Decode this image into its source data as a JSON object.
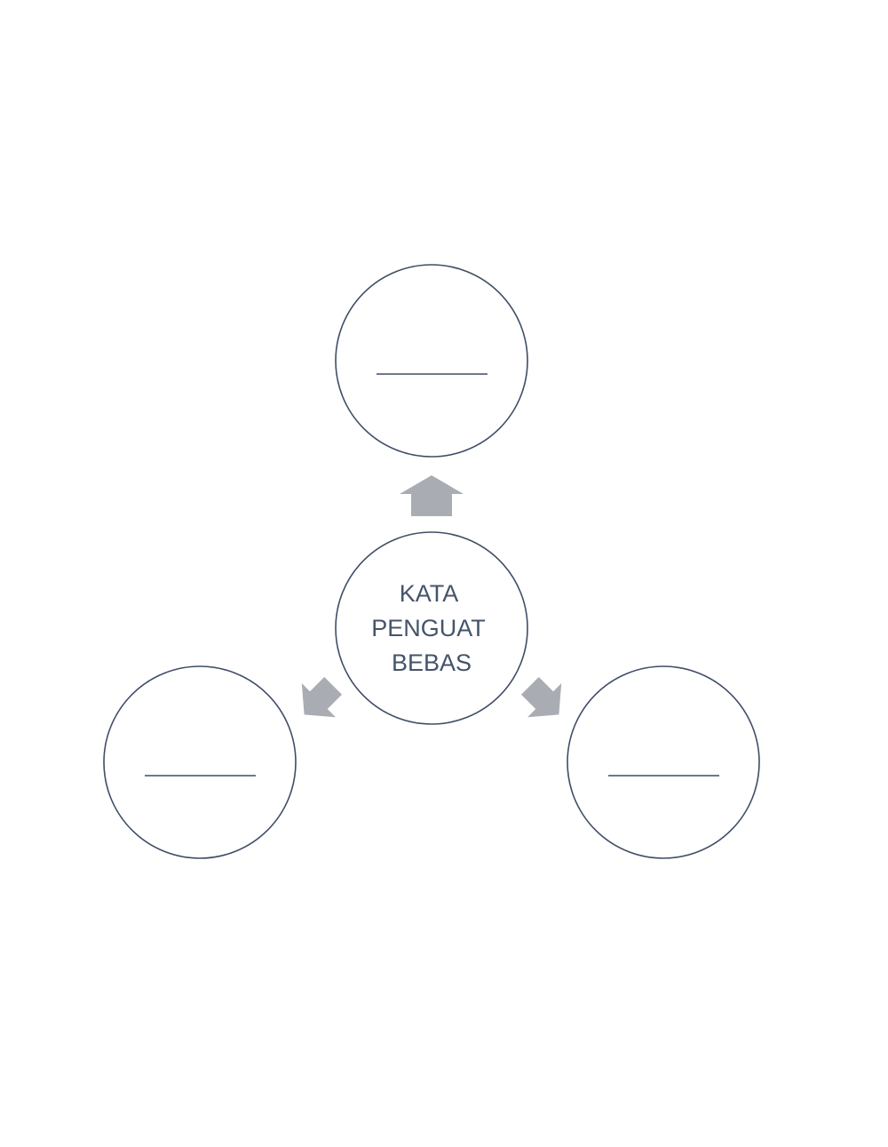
{
  "diagram": {
    "center": {
      "lines": [
        "KATA",
        "PENGUAT",
        "BEBAS"
      ]
    },
    "colors": {
      "circle_stroke": "#3f4d66",
      "arrow_fill": "#a9adb3",
      "text": "#44546a",
      "background": "#ffffff"
    }
  }
}
